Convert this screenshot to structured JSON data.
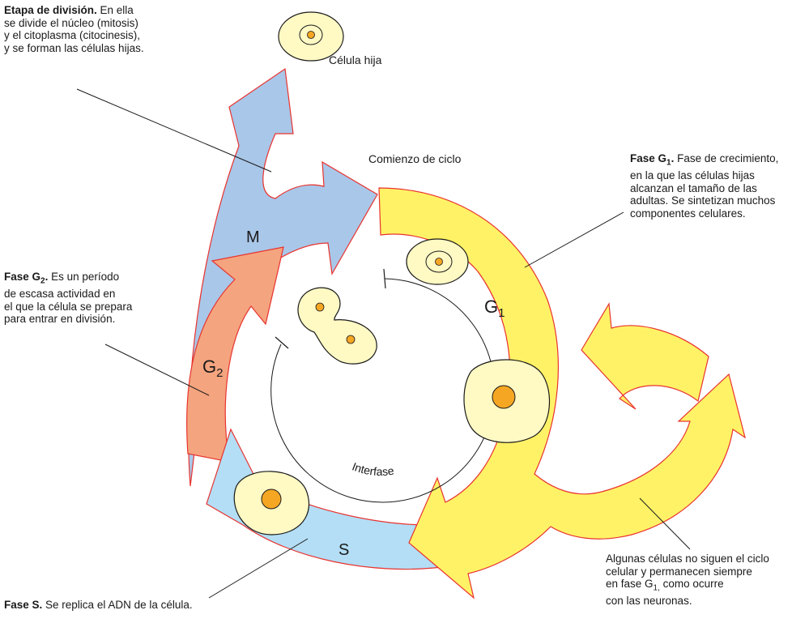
{
  "phase_labels": {
    "m": "M",
    "g1": "G",
    "g1_sub": "1",
    "g2": "G",
    "g2_sub": "2",
    "s": "S"
  },
  "interfase_label": "Interfase",
  "cycle_start_label": "Comienzo de ciclo",
  "daughter_cell_label": "Célula hija",
  "notes": {
    "m": {
      "bold": "Etapa de división.",
      "lines": [
        " En ella",
        "se divide el núcleo (mitosis)",
        "y el citoplasma (citocinesis),",
        "y se forman las células hijas."
      ]
    },
    "g1": {
      "bold": "Fase G",
      "bold_sub": "1",
      "bold_end": ".",
      "lines": [
        " Fase de crecimiento,",
        "en la que las células hijas",
        "alcanzan el tamaño de las",
        "adultas. Se sintetizan muchos",
        "componentes celulares."
      ]
    },
    "g2": {
      "bold": "Fase G",
      "bold_sub": "2",
      "bold_end": ".",
      "lines": [
        " Es un período",
        "de escasa actividad en",
        "el que la célula se prepara",
        "para entrar en división."
      ]
    },
    "s": {
      "bold": "Fase S.",
      "text": " Se replica el ADN de la célula."
    },
    "g0": {
      "line1": "Algunas células no siguen el ciclo",
      "line2": "celular y permanecen siempre",
      "line3_pre": "en fase G",
      "line3_sub": "1,",
      "line3_post": " como ocurre",
      "line4": "con las neuronas."
    }
  },
  "colors": {
    "g1": "#fff266",
    "s": "#b3def5",
    "g2": "#f4a47e",
    "m": "#a9c7e8",
    "outline": "#e8332f",
    "cell_fill": "#fff9c4",
    "nucleus": "#f5a623"
  }
}
